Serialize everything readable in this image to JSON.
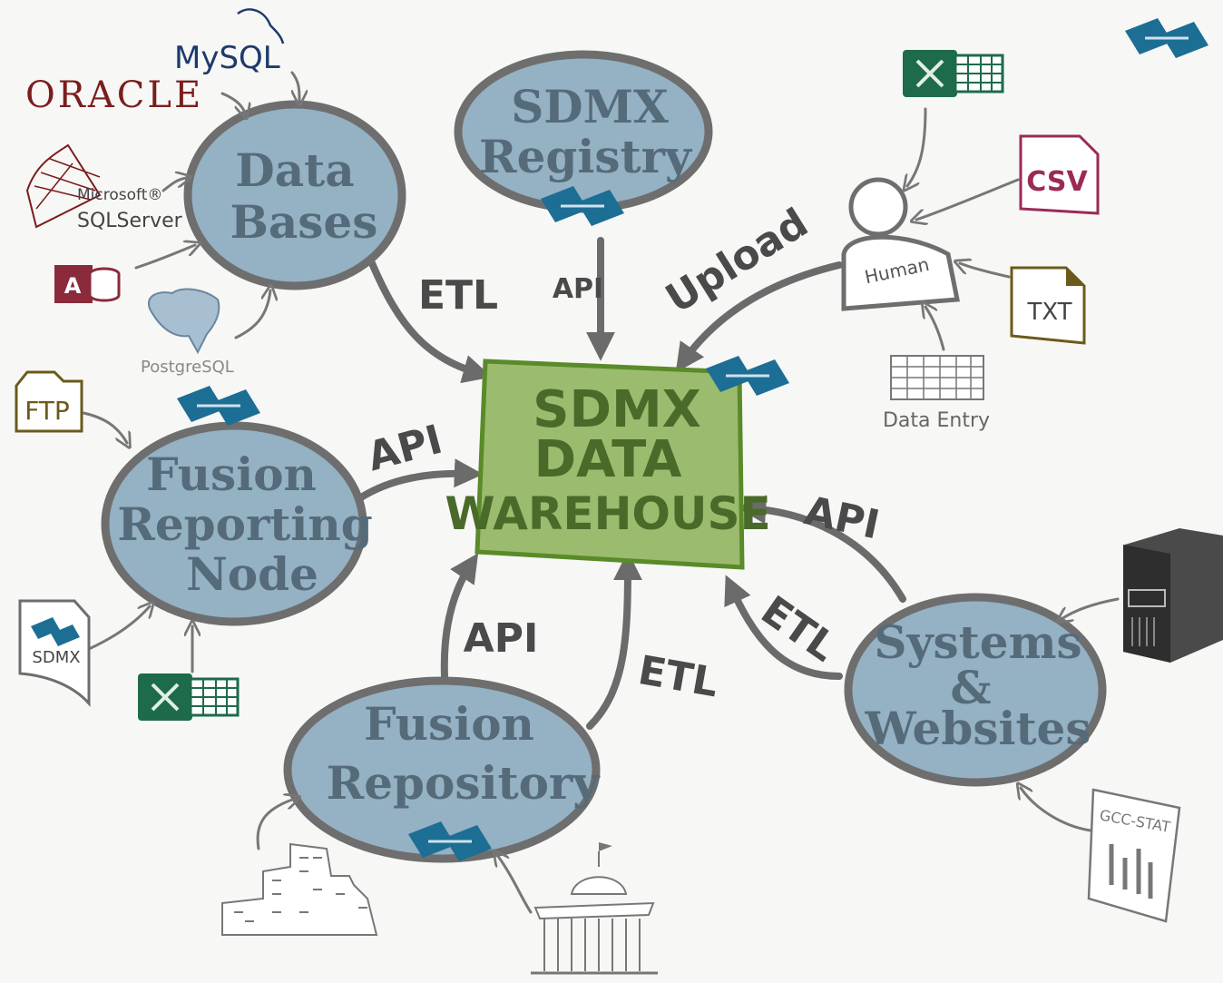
{
  "center": {
    "lines": [
      "SDMX",
      "DATA",
      "WAREHOUSE"
    ],
    "fill": "#9bbb6e",
    "stroke": "#5a8a2a"
  },
  "nodes": {
    "databases": {
      "lines": [
        "Data",
        "Bases"
      ]
    },
    "registry": {
      "lines": [
        "SDMX",
        "Registry"
      ]
    },
    "frn": {
      "lines": [
        "Fusion",
        "Reporting",
        "Node"
      ]
    },
    "repository": {
      "lines": [
        "Fusion",
        "Repository"
      ]
    },
    "systems": {
      "lines": [
        "Systems",
        "&",
        "Websites"
      ]
    },
    "human": {
      "label": "Human"
    }
  },
  "edges": {
    "etl_db": "ETL",
    "api_registry": "API",
    "upload": "Upload",
    "api_frn": "API",
    "api_repo": "API",
    "etl_repo": "ETL",
    "api_systems": "API",
    "etl_systems": "ETL"
  },
  "sources": {
    "mysql": "MySQL",
    "oracle": "ORACLE",
    "mssql_top": "Microsoft®",
    "mssql_bottom": "SQLServer",
    "access": "A",
    "postgres": "PostgreSQL",
    "ftp": "FTP",
    "sdmx_file": "SDMX",
    "csv": "CSV",
    "txt": "TXT",
    "data_entry": "Data Entry",
    "gcc_stat": "GCC-STAT"
  },
  "colors": {
    "node_fill": "#95b1c4",
    "node_stroke": "#6e6e6e",
    "sdmx_logo": "#1c6e94",
    "excel": "#1d6b4a",
    "oracle": "#7a1d1d",
    "mysql": "#1d3a6b",
    "csv": "#9b2a55",
    "txt": "#6b5a1a",
    "ftp": "#6b5a1a"
  }
}
